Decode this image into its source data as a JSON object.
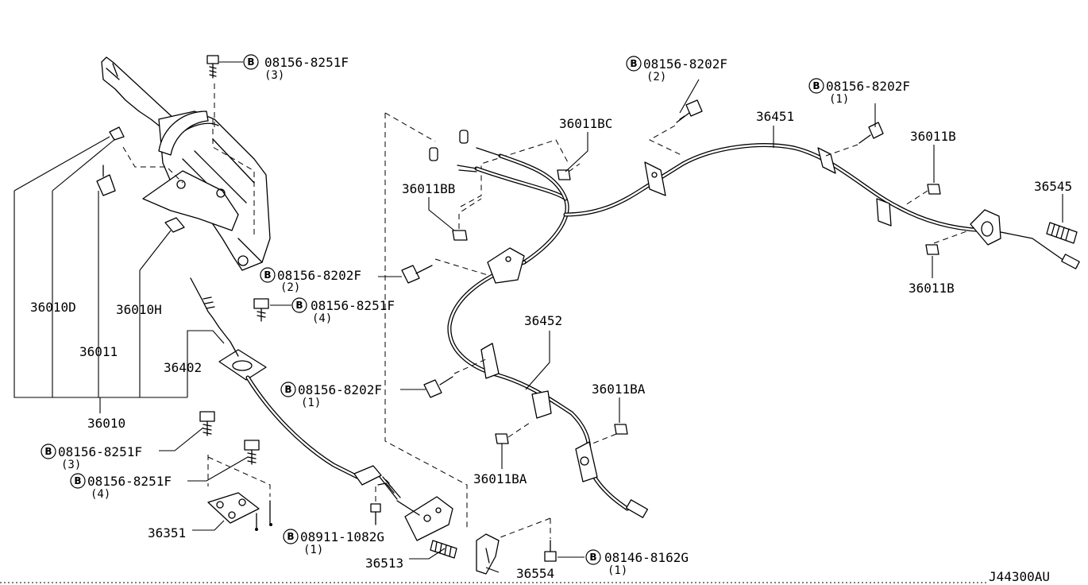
{
  "diagram_code": "J44300AU",
  "callouts": [
    {
      "id": "c1",
      "code": "08156-8251F",
      "qty": "(3)",
      "badge": "B"
    },
    {
      "id": "c2",
      "code": "08156-8202F",
      "qty": "(2)",
      "badge": "B"
    },
    {
      "id": "c3",
      "code": "08156-8202F",
      "qty": "(1)",
      "badge": "B"
    },
    {
      "id": "c4",
      "code": "08156-8202F",
      "qty": "(2)",
      "badge": "B"
    },
    {
      "id": "c5",
      "code": "08156-8251F",
      "qty": "(4)",
      "badge": "B"
    },
    {
      "id": "c6",
      "code": "08156-8202F",
      "qty": "(1)",
      "badge": "B"
    },
    {
      "id": "c7",
      "code": "08156-8251F",
      "qty": "(3)",
      "badge": "B"
    },
    {
      "id": "c8",
      "code": "08156-8251F",
      "qty": "(4)",
      "badge": "B"
    },
    {
      "id": "c9",
      "code": "08911-1082G",
      "qty": "(1)",
      "badge": "B"
    },
    {
      "id": "c10",
      "code": "08146-8162G",
      "qty": "(1)",
      "badge": "B"
    }
  ],
  "parts": {
    "p36010": "36010",
    "p36010D": "36010D",
    "p36011": "36011",
    "p36010H": "36010H",
    "p36402": "36402",
    "p36351": "36351",
    "p36513": "36513",
    "p36554": "36554",
    "p36011BB": "36011BB",
    "p36011BC": "36011BC",
    "p36451": "36451",
    "p36452": "36452",
    "p36011BA_a": "36011BA",
    "p36011BA_b": "36011BA",
    "p36011B_a": "36011B",
    "p36011B_b": "36011B",
    "p36545": "36545"
  }
}
